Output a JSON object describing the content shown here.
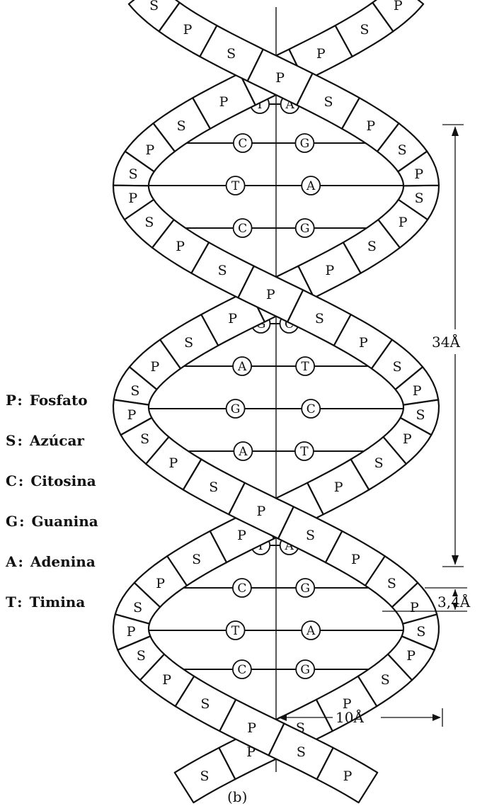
{
  "legend": [
    {
      "symbol": "P",
      "name": "Fosfato"
    },
    {
      "symbol": "S",
      "name": "Azúcar"
    },
    {
      "symbol": "C",
      "name": "Citosina"
    },
    {
      "symbol": "G",
      "name": "Guanina"
    },
    {
      "symbol": "A",
      "name": "Adenina"
    },
    {
      "symbol": "T",
      "name": "Timina"
    }
  ],
  "separator": ":",
  "dimensions": {
    "pitch": "34Å",
    "rise": "3,4Å",
    "radius": "10Å"
  },
  "caption": "(b)",
  "base_pairs": [
    [
      "T",
      "A"
    ],
    [
      "C",
      "G"
    ],
    [
      "T",
      "A"
    ],
    [
      "C",
      "G"
    ],
    [
      "G",
      "C"
    ],
    [
      "A",
      "T"
    ],
    [
      "G",
      "C"
    ],
    [
      "A",
      "T"
    ],
    [
      "T",
      "A"
    ],
    [
      "C",
      "G"
    ],
    [
      "T",
      "A"
    ],
    [
      "C",
      "G"
    ]
  ],
  "strand_unit_labels": [
    "P",
    "S"
  ]
}
